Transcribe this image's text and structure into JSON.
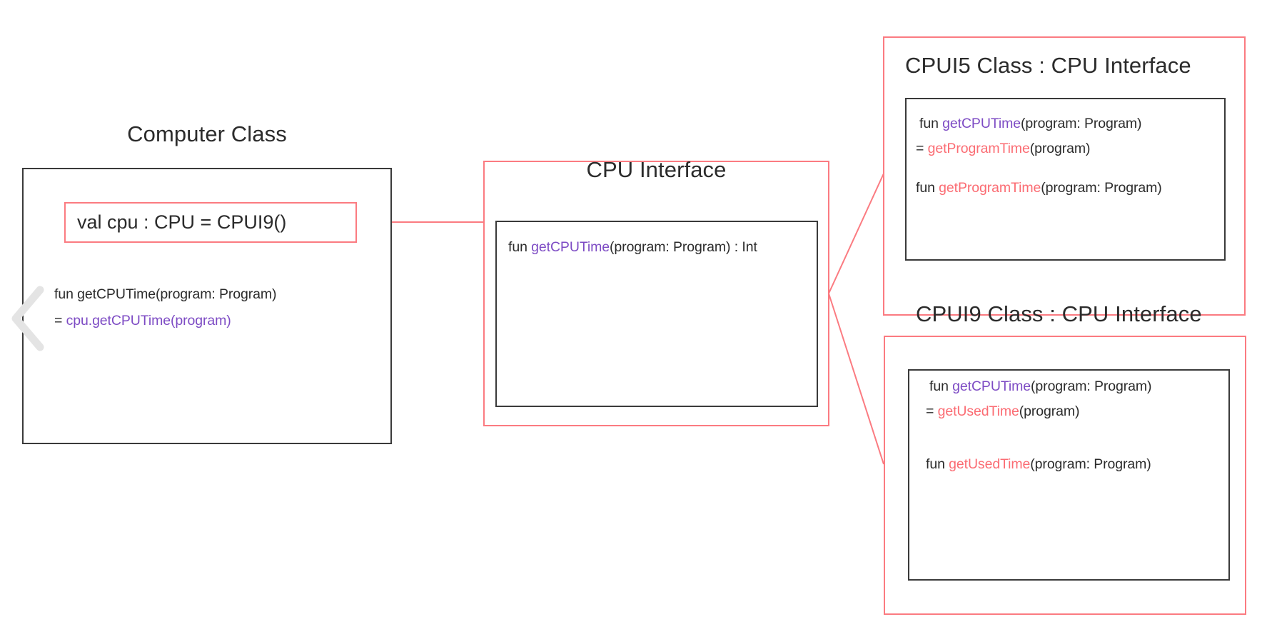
{
  "diagram": {
    "type": "uml-class-diagram",
    "colors": {
      "accent_red": "#fb7b81",
      "method_purple": "#7d4bc4",
      "method_red": "#fb6c73",
      "text_dark": "#2b2b2b",
      "border_black": "#3a3a3a",
      "chevron_gray": "#e2e2e2",
      "background": "#ffffff"
    }
  },
  "computer_class": {
    "title": "Computer Class",
    "property": {
      "text": "val cpu : CPU = CPUI9()",
      "highlighted": true
    },
    "method": {
      "line1": {
        "keyword": "fun ",
        "name": "getCPUTime",
        "params": "(program: Program)"
      },
      "line2": {
        "assign": "= ",
        "body": "cpu.getCPUTime(program)"
      }
    }
  },
  "cpu_interface": {
    "title": "CPU Interface",
    "method": {
      "keyword": "fun ",
      "name": "getCPUTime",
      "params": "(program: Program) : Int"
    }
  },
  "cpui5_class": {
    "title": "CPUI5 Class : CPU Interface",
    "methods": [
      {
        "line1": {
          "keyword": "fun ",
          "name": "getCPUTime",
          "params": "(program: Program)"
        },
        "line2": {
          "assign": "= ",
          "name": "getProgramTime",
          "params": "(program)"
        }
      },
      {
        "line1": {
          "keyword": "fun ",
          "name": "getProgramTime",
          "params": "(program: Program)"
        }
      }
    ]
  },
  "cpui9_class": {
    "title": "CPUI9 Class : CPU Interface",
    "methods": [
      {
        "line1": {
          "keyword": "fun ",
          "name": "getCPUTime",
          "params": "(program: Program)"
        },
        "line2": {
          "assign": "= ",
          "name": "getUsedTime",
          "params": "(program)"
        }
      },
      {
        "line1": {
          "keyword": "fun ",
          "name": "getUsedTime",
          "params": "(program: Program)"
        }
      }
    ]
  },
  "icons": {
    "collapse_chevron": "chevron-left-icon"
  }
}
